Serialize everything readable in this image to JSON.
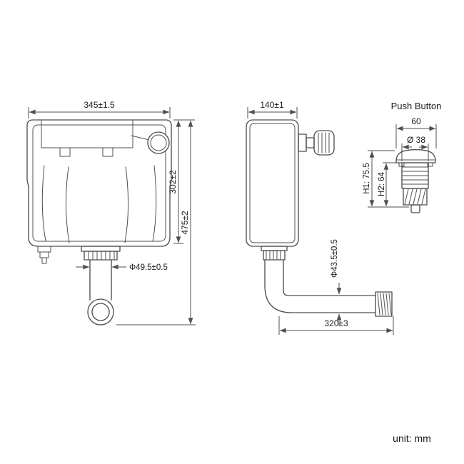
{
  "canvas": {
    "background": "#ffffff",
    "line_color": "#4f4f4f",
    "text_color": "#1c1c1c"
  },
  "front_view": {
    "dim_width": "345±1.5",
    "dim_body_height": "302±2",
    "dim_total_height": "475±2",
    "dim_outlet_diameter": "Φ49.5±0.5"
  },
  "side_view": {
    "dim_depth": "140±1",
    "dim_pipe_diameter": "Φ43.5±0.5",
    "dim_pipe_length": "320±3"
  },
  "push_button": {
    "title": "Push Button",
    "dim_width": "60",
    "dim_diameter": "Ø 38",
    "dim_height_h1": "H1: 75.5",
    "dim_height_h2": "H2: 64"
  },
  "footer": {
    "unit_label": "unit: mm"
  }
}
